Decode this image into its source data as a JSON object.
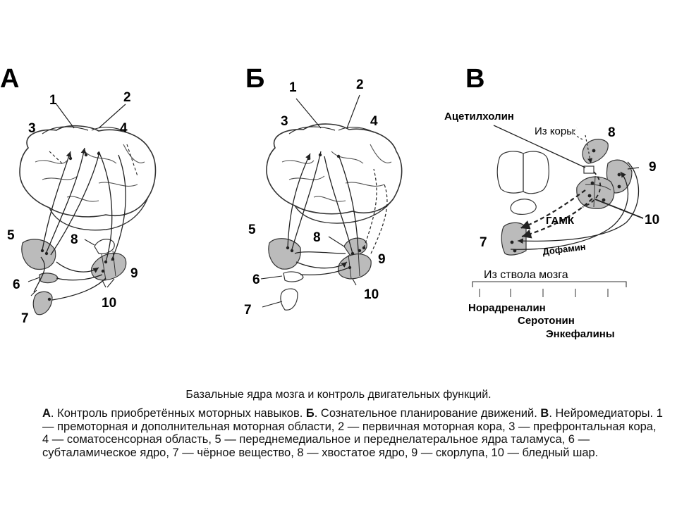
{
  "panels": [
    {
      "letter": "А",
      "labels": {
        "1": "1",
        "2": "2",
        "3": "3",
        "4": "4",
        "5": "5",
        "6": "6",
        "7": "7",
        "8": "8",
        "9": "9",
        "10": "10"
      }
    },
    {
      "letter": "Б",
      "labels": {
        "1": "1",
        "2": "2",
        "3": "3",
        "4": "4",
        "5": "5",
        "6": "6",
        "7": "7",
        "8": "8",
        "9": "9",
        "10": "10"
      }
    },
    {
      "letter": "В",
      "labels": {
        "7": "7",
        "8": "8",
        "9": "9",
        "10": "10"
      },
      "text": {
        "acetylcholine": "Ацетилхолин",
        "from_cortex": "Из коры",
        "gaba": "ГАМК",
        "dopamine": "Дофамин",
        "from_brainstem": "Из ствола мозга",
        "noradrenaline": "Норадреналин",
        "serotonin": "Серотонин",
        "enkephalins": "Энкефалины"
      }
    }
  ],
  "caption": {
    "title": "Базальные ядра мозга и контроль двигательных функций.",
    "a_letter": "А",
    "a_text": ". Контроль приобретённых моторных навыков. ",
    "b_letter": "Б",
    "b_text": ". Сознательное планирование движений. ",
    "c_letter": "В",
    "c_text": ". Нейромедиаторы. 1 — премоторная и дополнительная моторная области, 2 — первичная моторная кора, 3 — префронтальная кора, 4 — соматосенсорная область, 5 — переднемедиальное и переднелатеральное ядра таламуса, 6 — субталамическое ядро, 7 — чёрное вещество, 8 — хвостатое ядро, 9 — скорлупа, 10 — бледный шар."
  }
}
